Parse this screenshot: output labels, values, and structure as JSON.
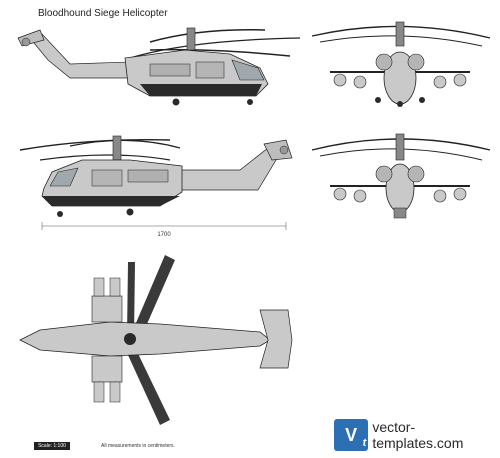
{
  "page": {
    "title": "Bloodhound Siege Helicopter"
  },
  "dimension": {
    "length_label": "1700"
  },
  "footer": {
    "scale_label": "Scale: 1:100",
    "measurements_note": "All measurements in centimeters."
  },
  "brand": {
    "logo_text": "V",
    "logo_sub": "t",
    "site": "vector-templates.com",
    "logo_color": "#2d6fb3"
  },
  "colors": {
    "fuselage": "#c9c9c9",
    "outline": "#222222",
    "dark": "#2a2a2a",
    "rotor": "#3a3a3a"
  }
}
